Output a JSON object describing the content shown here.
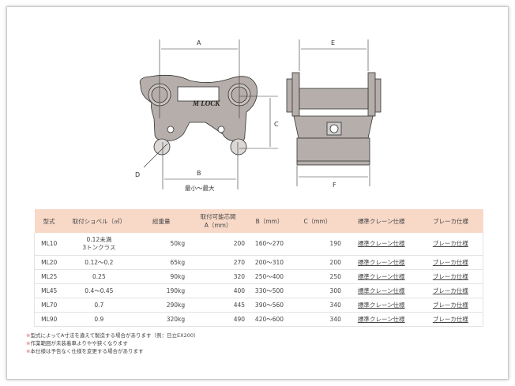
{
  "diagram": {
    "labels": {
      "a": "A",
      "b": "B",
      "c": "C",
      "d": "D",
      "e": "E",
      "f": "F",
      "range": "最小〜最大",
      "logo": "M LOCK"
    }
  },
  "table": {
    "headers": [
      "型式",
      "取付ショベル（㎥）",
      "総重量",
      "取付可能芯間\nA（mm）",
      "B（mm）",
      "C（mm）",
      "標準クレーン仕様",
      "ブレーカ仕様"
    ],
    "rows": [
      {
        "model": "ML10",
        "shovel": "0.12未満\n3トンクラス",
        "weight": "50kg",
        "a": "200",
        "b": "160〜270",
        "c": "190",
        "crane": "標準クレーン仕様",
        "breaker": "ブレーカ仕様"
      },
      {
        "model": "ML20",
        "shovel": "0.12〜0.2",
        "weight": "65kg",
        "a": "270",
        "b": "200〜310",
        "c": "200",
        "crane": "標準クレーン仕様",
        "breaker": "ブレーカ仕様"
      },
      {
        "model": "ML25",
        "shovel": "0.25",
        "weight": "90kg",
        "a": "320",
        "b": "250〜400",
        "c": "250",
        "crane": "標準クレーン仕様",
        "breaker": "ブレーカ仕様"
      },
      {
        "model": "ML45",
        "shovel": "0.4〜0.45",
        "weight": "190kg",
        "a": "400",
        "b": "330〜500",
        "c": "300",
        "crane": "標準クレーン仕様",
        "breaker": "ブレーカ仕様"
      },
      {
        "model": "ML70",
        "shovel": "0.7",
        "weight": "290kg",
        "a": "445",
        "b": "390〜560",
        "c": "340",
        "crane": "標準クレーン仕様",
        "breaker": "ブレーカ仕様"
      },
      {
        "model": "ML90",
        "shovel": "0.9",
        "weight": "320kg",
        "a": "490",
        "b": "420〜600",
        "c": "340",
        "crane": "標準クレーン仕様",
        "breaker": "ブレーカ仕様"
      }
    ]
  },
  "notes": {
    "mark": "※",
    "items": [
      "型式によってA寸法を違えて製造する場合があります（例：日立EX200）",
      "作業範囲が未装着車よりやや狭くなります",
      "本仕様は予告なく仕様を変更する場合があります"
    ]
  },
  "colors": {
    "header_bg": "#f8d9c8",
    "note_mark": "#e0606a",
    "metal": "#b5aeaa"
  }
}
